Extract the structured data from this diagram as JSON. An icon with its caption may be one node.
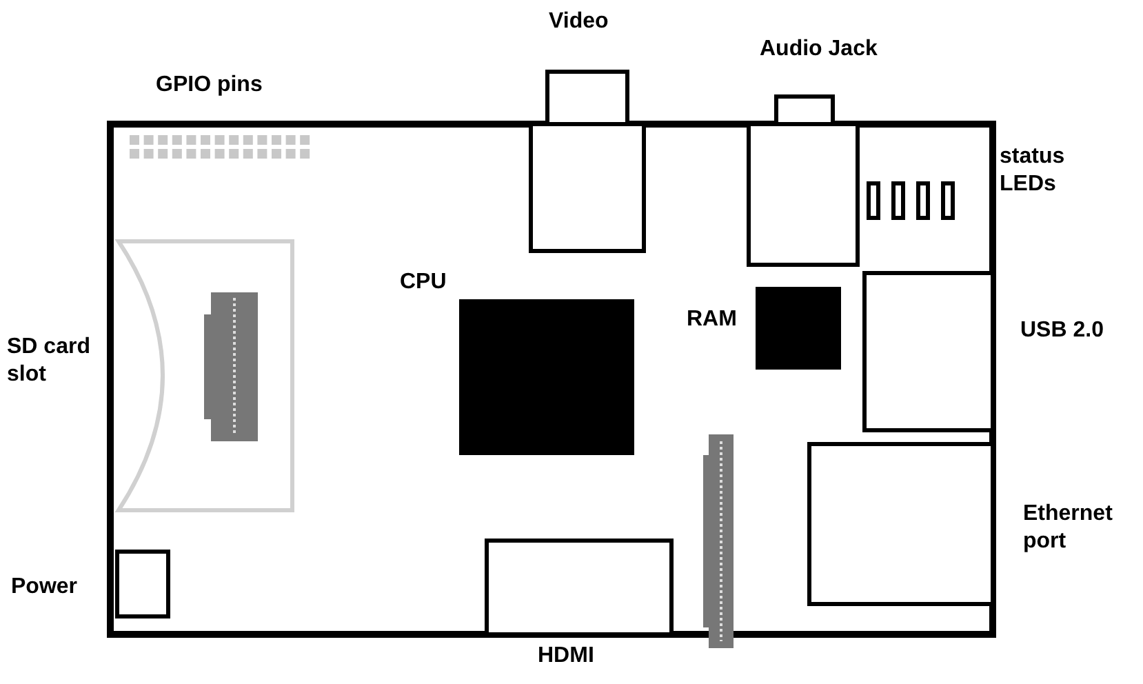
{
  "diagram": {
    "labels": [
      "Video",
      "Audio Jack",
      "GPIO pins",
      "status LEDs",
      "CPU",
      "RAM",
      "SD card slot",
      "USB 2.0",
      "Ethernet port",
      "Power",
      "HDMI"
    ]
  }
}
